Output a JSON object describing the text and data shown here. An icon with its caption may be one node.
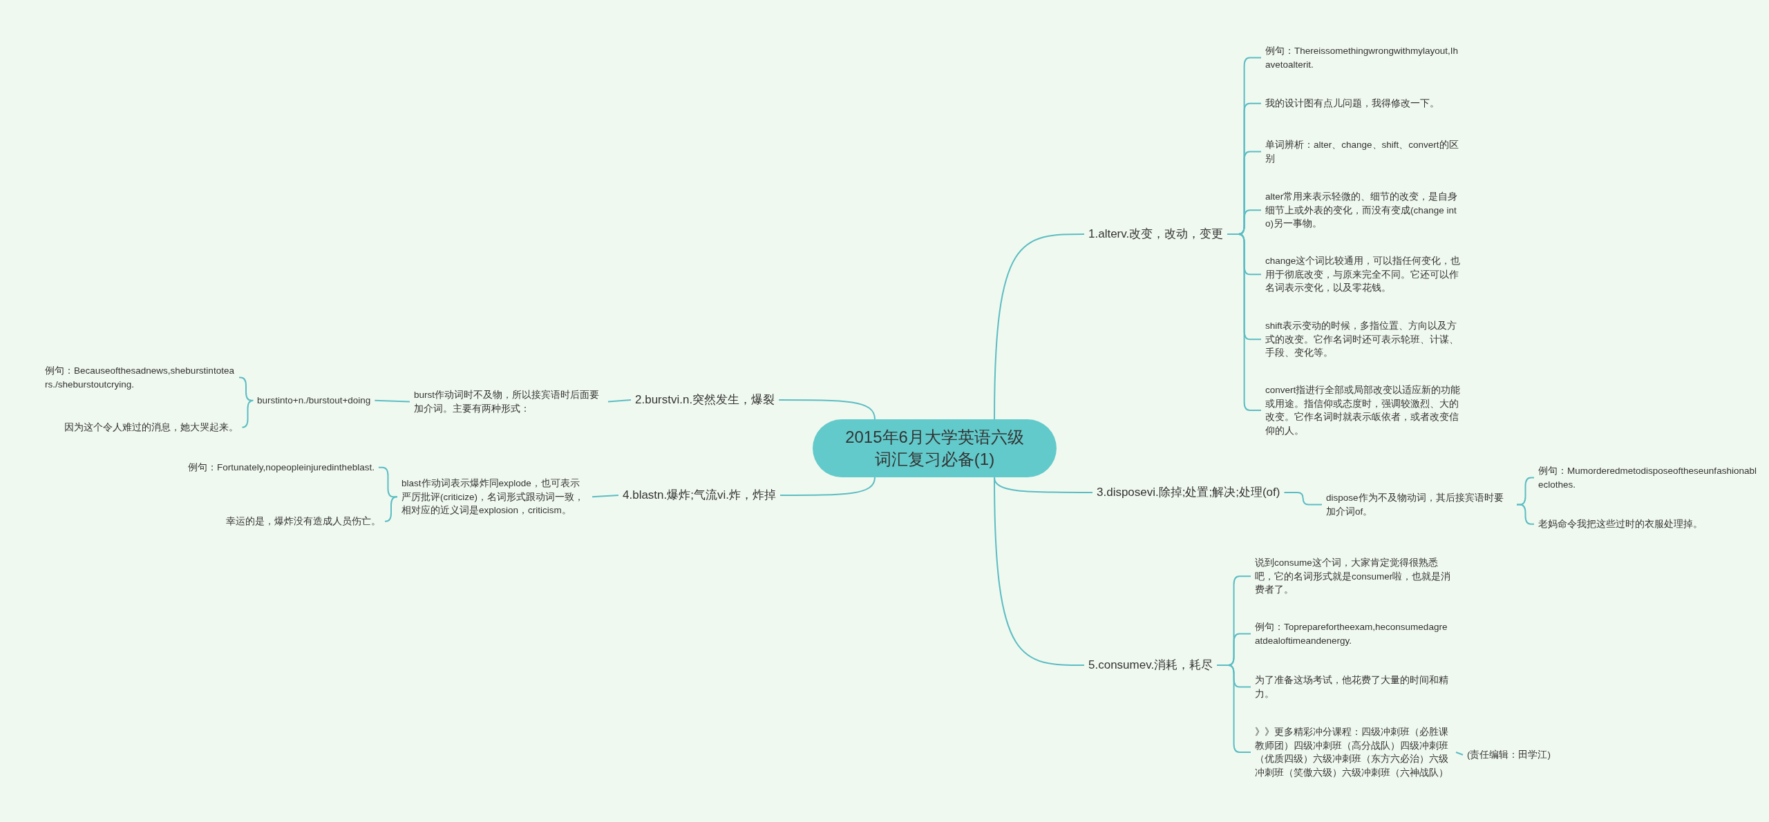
{
  "diagram": {
    "nodes": [
      {
        "text": [
          "2015年6月大学英语六级词汇复习必备(1)"
        ]
      },
      {
        "text": [
          "1.alterv.改变，改动，变更"
        ]
      },
      {
        "text": [
          "例句：Thereissomethingwrongwithmylayout,Ihavetoalterit."
        ]
      },
      {
        "text": [
          "我的设计图有点儿问题，我得修改一下。"
        ]
      },
      {
        "text": [
          "单词辨析：alter、change、shift、convert的区别"
        ]
      },
      {
        "text": [
          "alter常用来表示轻微的、细节的改变，是自身细节上或外表的变化，而没有变成(change into)另一事物。"
        ]
      },
      {
        "text": [
          "change这个词比较通用，可以指任何变化，也用于彻底改变，与原来完全不同。它还可以作名词表示变化，以及零花钱。"
        ]
      },
      {
        "text": [
          "shift表示变动的时候，多指位置、方向以及方式的改变。它作名词时还可表示轮班、计谋、手段、变化等。"
        ]
      },
      {
        "text": [
          "convert指进行全部或局部改变以适应新的功能或用途。指信仰或态度时，强调较激烈、大的改变。它作名词时就表示皈依者，或者改变信仰的人。"
        ]
      },
      {
        "text": [
          "2.burstvi.n.突然发生，爆裂"
        ]
      },
      {
        "text": [
          "burst作动词时不及物，所以接宾语时后面要加介词。主要有两种形式："
        ]
      },
      {
        "text": [
          "burstinto+n./burstout+doing"
        ]
      },
      {
        "text": [
          "例句：Becauseofthesadnews,sheburstintotears./sheburstoutcrying."
        ]
      },
      {
        "text": [
          "因为这个令人难过的消息，她大哭起来。"
        ]
      },
      {
        "text": [
          "4.blastn.爆炸;气流vi.炸，炸掉"
        ]
      },
      {
        "text": [
          "blast作动词表示爆炸同explode，也可表示严厉批评(criticize)，名词形式跟动词一致，相对应的近义词是explosion，criticism。"
        ]
      },
      {
        "text": [
          "例句：Fortunately,nopeopleinjuredintheblast."
        ]
      },
      {
        "text": [
          "幸运的是，爆炸没有造成人员伤亡。"
        ]
      },
      {
        "text": [
          "3.disposevi.除掉;处置;解决;处理(of)"
        ]
      },
      {
        "text": [
          "dispose作为不及物动词，其后接宾语时要加介词of。"
        ]
      },
      {
        "text": [
          "例句：Mumorderedmetodisposeoftheseunfashionableclothes."
        ]
      },
      {
        "text": [
          "老妈命令我把这些过时的衣服处理掉。"
        ]
      },
      {
        "text": [
          "5.consumev.消耗，耗尽"
        ]
      },
      {
        "text": [
          "说到consume这个词，大家肯定觉得很熟悉吧，它的名词形式就是consumer啦，也就是消费者了。"
        ]
      },
      {
        "text": [
          "例句：Topreparefortheexam,heconsumedagreatdealoftimeandenergy."
        ]
      },
      {
        "text": [
          "为了准备这场考试，他花费了大量的时间和精力。"
        ]
      },
      {
        "text": [
          "》》更多精彩冲分课程：四级冲刺班（必胜课教师团）四级冲刺班（高分战队）四级冲刺班（优质四级）六级冲刺班（东方六必治）六级冲刺班（笑傲六级）六级冲刺班（六神战队）"
        ]
      },
      {
        "text": [
          "(责任编辑：田学江)"
        ]
      }
    ],
    "edges": [
      {
        "from": 0,
        "to": 1,
        "arrow": "none"
      },
      {
        "from": 1,
        "to": 2,
        "arrow": "none"
      },
      {
        "from": 1,
        "to": 3,
        "arrow": "none"
      },
      {
        "from": 1,
        "to": 4,
        "arrow": "none"
      },
      {
        "from": 1,
        "to": 5,
        "arrow": "none"
      },
      {
        "from": 1,
        "to": 6,
        "arrow": "none"
      },
      {
        "from": 1,
        "to": 7,
        "arrow": "none"
      },
      {
        "from": 1,
        "to": 8,
        "arrow": "none"
      },
      {
        "from": 0,
        "to": 9,
        "arrow": "none"
      },
      {
        "from": 9,
        "to": 10,
        "arrow": "none"
      },
      {
        "from": 10,
        "to": 11,
        "arrow": "none"
      },
      {
        "from": 11,
        "to": 12,
        "arrow": "none"
      },
      {
        "from": 11,
        "to": 13,
        "arrow": "none"
      },
      {
        "from": 0,
        "to": 14,
        "arrow": "none"
      },
      {
        "from": 14,
        "to": 15,
        "arrow": "none"
      },
      {
        "from": 15,
        "to": 16,
        "arrow": "none"
      },
      {
        "from": 15,
        "to": 17,
        "arrow": "none"
      },
      {
        "from": 0,
        "to": 18,
        "arrow": "none"
      },
      {
        "from": 18,
        "to": 19,
        "arrow": "none"
      },
      {
        "from": 19,
        "to": 20,
        "arrow": "none"
      },
      {
        "from": 19,
        "to": 21,
        "arrow": "none"
      },
      {
        "from": 0,
        "to": 22,
        "arrow": "none"
      },
      {
        "from": 22,
        "to": 23,
        "arrow": "none"
      },
      {
        "from": 22,
        "to": 24,
        "arrow": "none"
      },
      {
        "from": 22,
        "to": 25,
        "arrow": "none"
      },
      {
        "from": 22,
        "to": 26,
        "arrow": "none"
      },
      {
        "from": 26,
        "to": 27,
        "arrow": "none"
      }
    ]
  }
}
